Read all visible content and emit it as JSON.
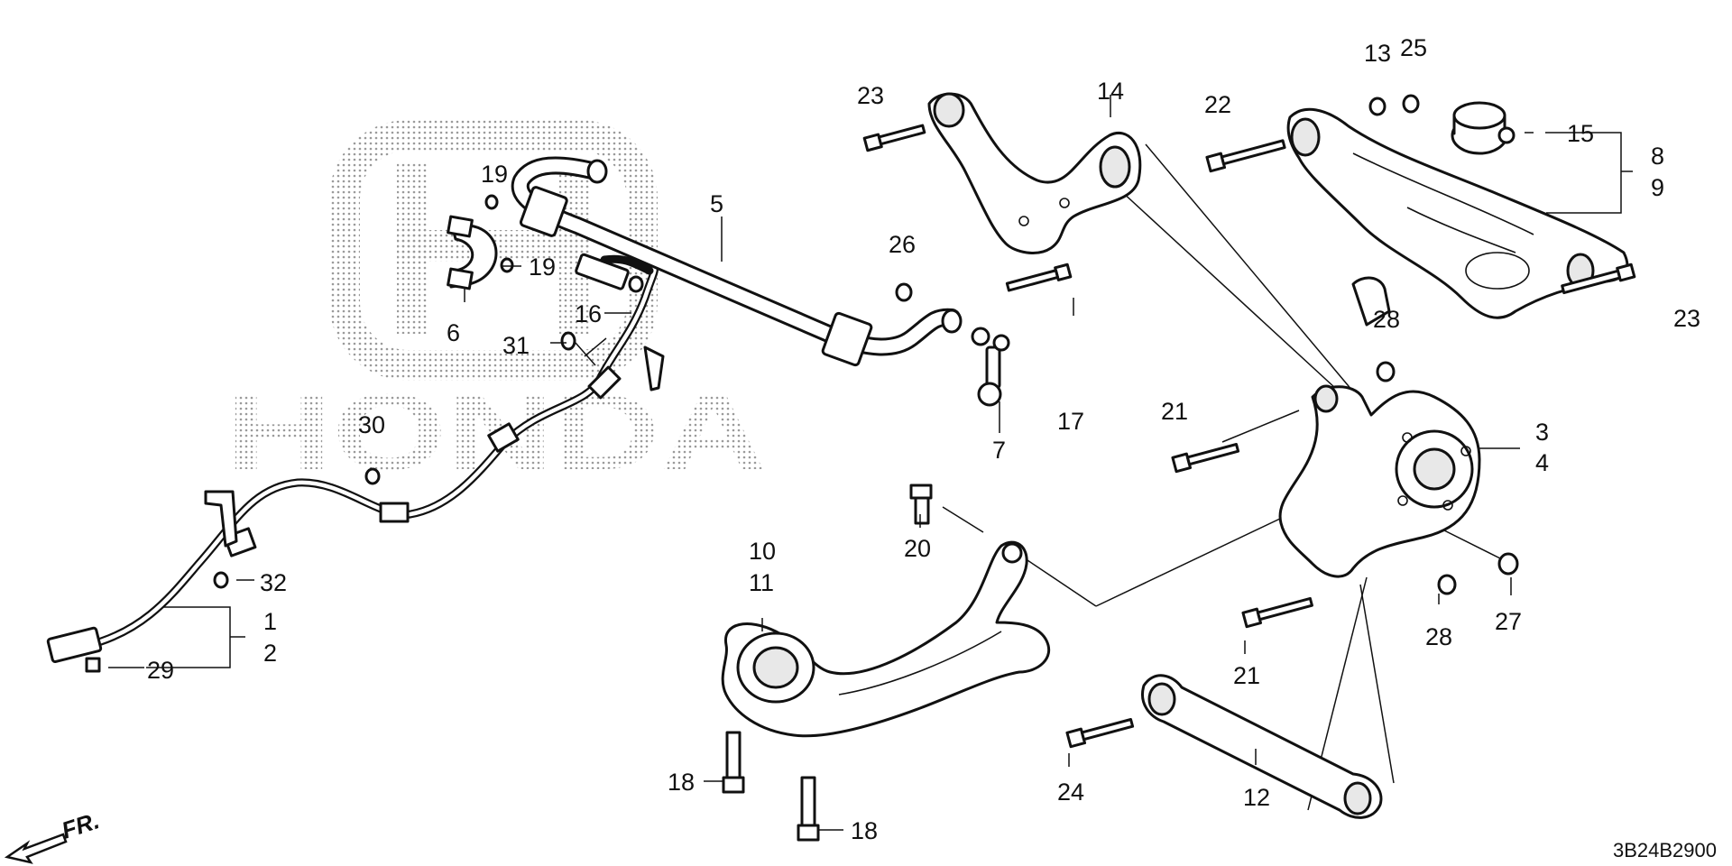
{
  "labels": {
    "p1": "1",
    "p2": "2",
    "p3": "3",
    "p4": "4",
    "p5": "5",
    "p6": "6",
    "p7": "7",
    "p8": "8",
    "p9": "9",
    "p10": "10",
    "p11": "11",
    "p12": "12",
    "p13": "13",
    "p14": "14",
    "p15": "15",
    "p16": "16",
    "p17": "17",
    "p18a": "18",
    "p18b": "18",
    "p19a": "19",
    "p19b": "19",
    "p20": "20",
    "p21a": "21",
    "p21b": "21",
    "p22": "22",
    "p23a": "23",
    "p23b": "23",
    "p24": "24",
    "p25": "25",
    "p26": "26",
    "p27": "27",
    "p28a": "28",
    "p28b": "28",
    "p29": "29",
    "p30": "30",
    "p31": "31",
    "p32": "32"
  },
  "watermark": {
    "brand": "HONDA"
  },
  "direction": {
    "text": "FR."
  },
  "diagram_code": "3B24B2900"
}
